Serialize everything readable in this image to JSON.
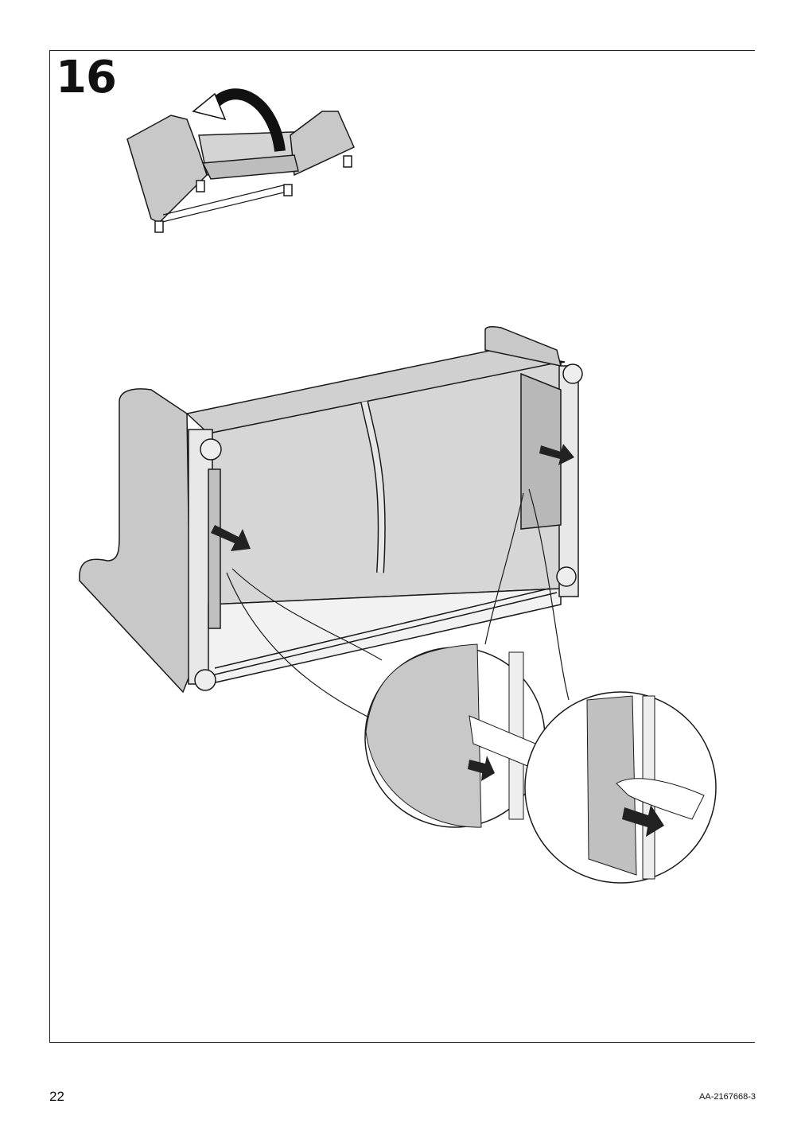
{
  "step": {
    "number": "16"
  },
  "footer": {
    "page_number": "22",
    "document_id": "AA-2167668-3"
  },
  "colors": {
    "fabric": "#c8c8c8",
    "fabric_light": "#d6d6d6",
    "line": "#1a1a1a",
    "arrow": "#222222"
  },
  "illustration": {
    "icons": [
      "rotate-arrow-icon",
      "pull-arrow-icon",
      "sofa-illustration",
      "detail-zoom-circle",
      "hand-icon"
    ]
  }
}
